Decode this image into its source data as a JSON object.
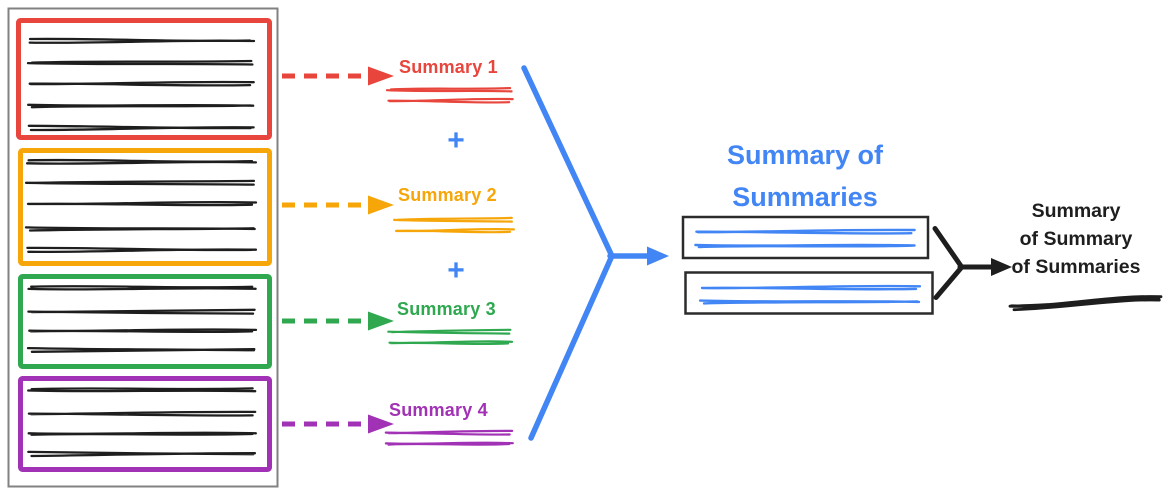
{
  "documents_panel": {
    "sections": [
      {
        "id": "document-1",
        "color": "#E8453C",
        "text_line_count": 5
      },
      {
        "id": "document-2",
        "color": "#F6A609",
        "text_line_count": 5
      },
      {
        "id": "document-3",
        "color": "#2FA84F",
        "text_line_count": 4
      },
      {
        "id": "document-4",
        "color": "#A232B5",
        "text_line_count": 4
      }
    ],
    "frame_color": "#828282"
  },
  "summaries": [
    {
      "label": "Summary 1",
      "color": "#E8453C"
    },
    {
      "label": "Summary 2",
      "color": "#F6A609"
    },
    {
      "label": "Summary 3",
      "color": "#2FA84F"
    },
    {
      "label": "Summary 4",
      "color": "#A232B5"
    }
  ],
  "operators": {
    "plus": "+",
    "plus_color": "#4285F4"
  },
  "merge": {
    "title": "Summary of Summaries",
    "color": "#4285F4",
    "box_count": 2
  },
  "final": {
    "lines": [
      "Summary",
      "of Summary",
      "of Summaries"
    ],
    "color": "#1E1E1E"
  },
  "colors": {
    "ink": "#1E1E1E",
    "frame": "#828282",
    "blue": "#4285F4",
    "red": "#E8453C",
    "orange": "#F6A609",
    "green": "#2FA84F",
    "purple": "#A232B5"
  }
}
